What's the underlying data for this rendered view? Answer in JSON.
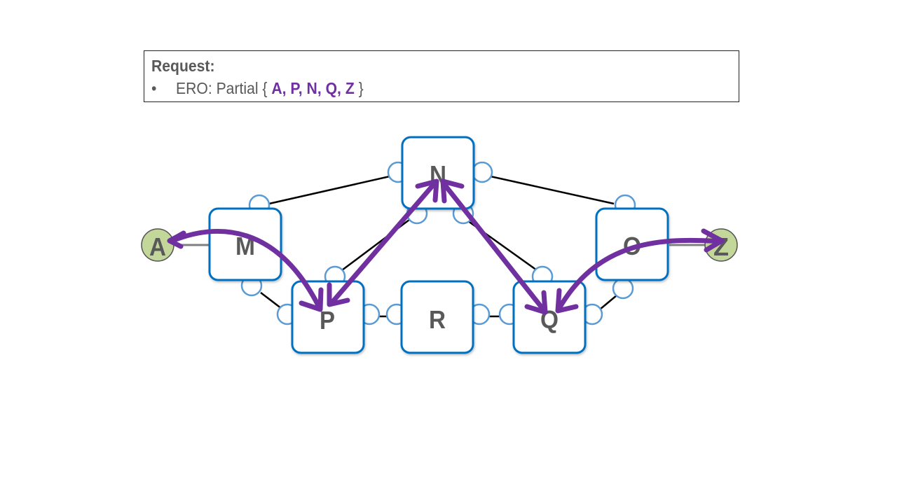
{
  "request": {
    "title": "Request:",
    "bullet": "•",
    "ero_prefix": "ERO: Partial {",
    "ero_hops": "A, P, N, Q, Z",
    "ero_suffix": "}"
  },
  "diagram": {
    "nodes": [
      {
        "id": "A",
        "label": "A",
        "kind": "endpoint"
      },
      {
        "id": "M",
        "label": "M",
        "kind": "router"
      },
      {
        "id": "N",
        "label": "N",
        "kind": "router"
      },
      {
        "id": "O",
        "label": "O",
        "kind": "router"
      },
      {
        "id": "P",
        "label": "P",
        "kind": "router"
      },
      {
        "id": "R",
        "label": "R",
        "kind": "router"
      },
      {
        "id": "Q",
        "label": "Q",
        "kind": "router"
      },
      {
        "id": "Z",
        "label": "Z",
        "kind": "endpoint"
      }
    ],
    "links": [
      [
        "A",
        "M"
      ],
      [
        "M",
        "N"
      ],
      [
        "M",
        "P"
      ],
      [
        "N",
        "O"
      ],
      [
        "N",
        "P"
      ],
      [
        "N",
        "Q"
      ],
      [
        "P",
        "R"
      ],
      [
        "R",
        "Q"
      ],
      [
        "O",
        "Q"
      ],
      [
        "O",
        "Z"
      ]
    ],
    "path_arrows": [
      [
        "A",
        "P"
      ],
      [
        "P",
        "N"
      ],
      [
        "N",
        "Q"
      ],
      [
        "Q",
        "Z"
      ]
    ],
    "colors": {
      "router_border": "#0070c0",
      "port": "#5b9bd5",
      "endpoint_fill": "#c4d79b",
      "path": "#7030a0",
      "link": "#000000",
      "label": "#595959"
    }
  }
}
